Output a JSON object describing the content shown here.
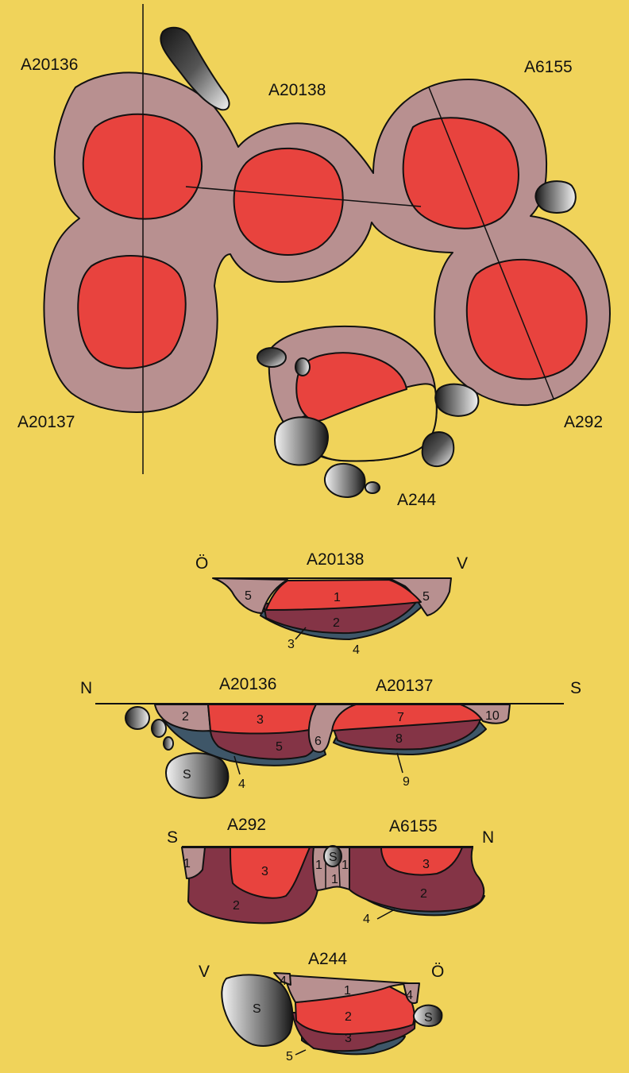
{
  "colors": {
    "background": "#f0d35a",
    "outer_fill": "#b89090",
    "core_fill": "#e8433e",
    "dark_fill": "#843446",
    "blue_fill": "#3e5668",
    "stone_dark": "#151515",
    "stone_light": "#f2f2f2",
    "line": "#111111"
  },
  "plan": {
    "labels": {
      "a20136": "A20136",
      "a20138": "A20138",
      "a6155": "A6155",
      "a20137": "A20137",
      "a292": "A292",
      "a244": "A244"
    }
  },
  "sections": {
    "s1": {
      "title": "A20138",
      "left": "Ö",
      "right": "V",
      "layers": {
        "l5a": "5",
        "l1": "1",
        "l5b": "5",
        "l2": "2",
        "l3": "3",
        "l4": "4"
      }
    },
    "s2": {
      "title_left": "A20136",
      "title_right": "A20137",
      "left": "N",
      "right": "S",
      "stone": "S",
      "layers": {
        "l2": "2",
        "l3": "3",
        "l5": "5",
        "l4": "4",
        "l6": "6",
        "l7": "7",
        "l8": "8",
        "l9": "9",
        "l10": "10"
      }
    },
    "s3": {
      "title_left": "A292",
      "title_right": "A6155",
      "left": "S",
      "right": "N",
      "stone": "S",
      "layers": {
        "l1a": "1",
        "l3a": "3",
        "l2a": "2",
        "l1b": "1",
        "l1c": "1",
        "l1d": "1",
        "l3b": "3",
        "l2b": "2",
        "l4": "4"
      }
    },
    "s4": {
      "title": "A244",
      "left": "V",
      "right": "Ö",
      "stone_left": "S",
      "stone_right": "S",
      "layers": {
        "l4a": "4",
        "l1": "1",
        "l4b": "4",
        "l2": "2",
        "l3": "3",
        "l5": "5"
      }
    }
  }
}
